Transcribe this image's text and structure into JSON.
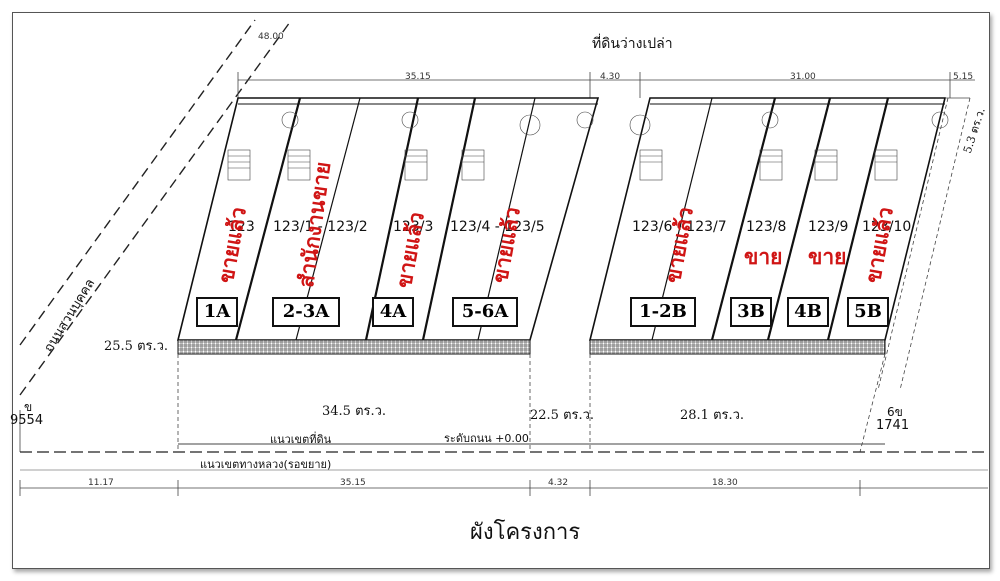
{
  "header": {
    "top_label": "ที่ดินว่างเปล่า",
    "title": "ผังโครงการ"
  },
  "labels": {
    "road_name": "ถนนสวนบุคคล",
    "land_boundary": "แนวเขตที่ดิน",
    "road_boundary": "แนวเขตทางหลวง(รอขยาย)",
    "road_level": "ระดับถนน +0.00",
    "left_plot": "ข",
    "left_plot_no": "9554",
    "right_plot": "6ข",
    "right_plot_no": "1741"
  },
  "areas": {
    "left": "25.5 ตร.ว.",
    "mid_left": "34.5 ตร.ว.",
    "gap": "22.5 ตร.ว.",
    "mid_right": "28.1 ตร.ว.",
    "right_top": "5.3 ตร.ว."
  },
  "dimensions": {
    "top_left": "48.00",
    "top_a": "35.15",
    "top_gap": "4.30",
    "top_b": "31.00",
    "top_right": "5.15",
    "bottom_1": "11.17",
    "bottom_2": "35.15",
    "bottom_3": "4.32",
    "bottom_4": "18.30"
  },
  "units": [
    {
      "box": "1A",
      "addr": "123"
    },
    {
      "box": "2-3A",
      "addr": "123/1 - 123/2"
    },
    {
      "box": "4A",
      "addr": "123/3"
    },
    {
      "box": "5-6A",
      "addr": "123/4 - 123/5"
    },
    {
      "box": "1-2B",
      "addr": "123/6 - 123/7"
    },
    {
      "box": "3B",
      "addr": "123/8"
    },
    {
      "box": "4B",
      "addr": "123/9"
    },
    {
      "box": "5B",
      "addr": "123/10"
    }
  ],
  "status": {
    "sold": "ขายแล้ว",
    "office": "สำนักงานขาย",
    "for_sale": "ขาย"
  }
}
